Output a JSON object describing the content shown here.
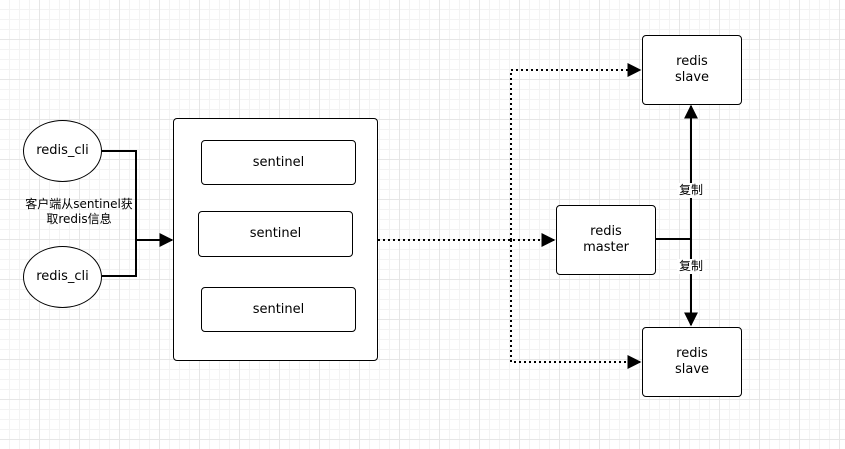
{
  "clients": [
    {
      "label": "redis_cli"
    },
    {
      "label": "redis_cli"
    }
  ],
  "client_note": "客户端从sentinel获\n取redis信息",
  "sentinels": [
    {
      "label": "sentinel"
    },
    {
      "label": "sentinel"
    },
    {
      "label": "sentinel"
    }
  ],
  "master": {
    "label": "redis\nmaster"
  },
  "slaves": [
    {
      "label": "redis\nslave"
    },
    {
      "label": "redis\nslave"
    }
  ],
  "replication_labels": [
    "复制",
    "复制"
  ],
  "colors": {
    "stroke": "#000000",
    "fill": "#ffffff",
    "grid": "#e6e6e6"
  }
}
